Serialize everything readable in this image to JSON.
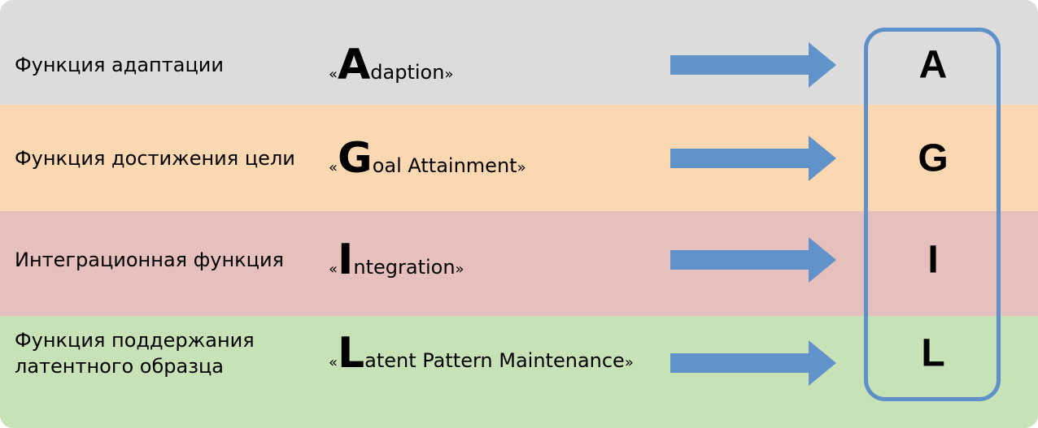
{
  "colors": {
    "row_a": "#dcdcdc",
    "row_g": "#fcd8b2",
    "row_i": "#e6c0bd",
    "row_l": "#c8e2b8",
    "arrow": "#6192c9",
    "frame": "#6090c8"
  },
  "rows": [
    {
      "label": "Функция адаптации",
      "initial": "A",
      "rest": "daption",
      "letter": "A"
    },
    {
      "label": "Функция достижения цели",
      "initial": "G",
      "rest": "oal Attainment",
      "letter": "G"
    },
    {
      "label": "Интеграционная функция",
      "initial": "I",
      "rest": "ntegration",
      "letter": "I"
    },
    {
      "label": "Функция поддержания латентного образца",
      "initial": "L",
      "rest": "atent Pattern Maintenance",
      "letter": "L"
    }
  ],
  "quotes": {
    "open": "«",
    "close": "»"
  }
}
